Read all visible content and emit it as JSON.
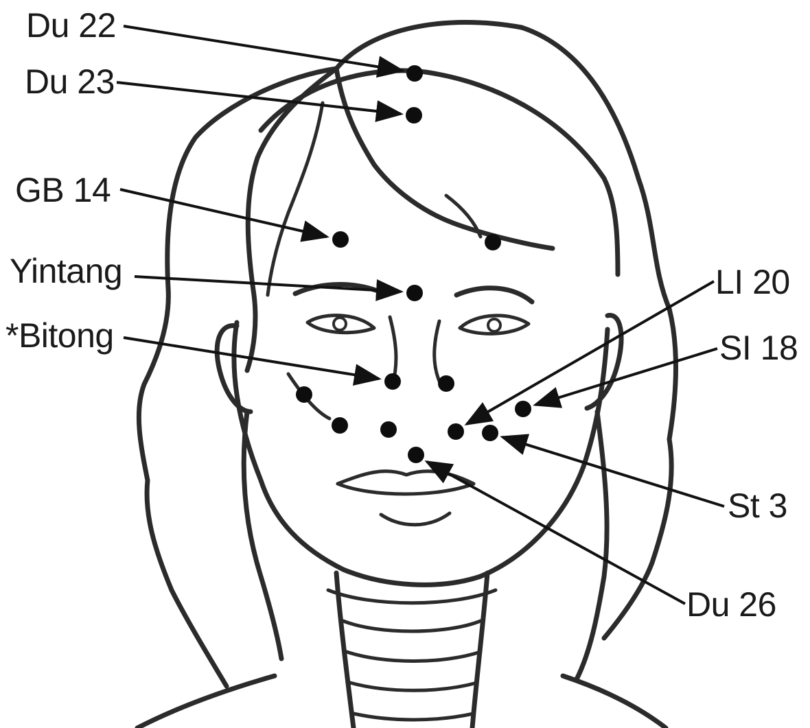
{
  "labels": {
    "du22": "Du 22",
    "du23": "Du 23",
    "gb14": "GB 14",
    "yintang": "Yintang",
    "bitong": "*Bitong",
    "li20": "LI 20",
    "si18": "SI 18",
    "st3": "St 3",
    "du26": "Du 26"
  },
  "colors": {
    "ink": "#2b2b2b",
    "point": "#0d0d0d",
    "background": "#ffffff"
  }
}
